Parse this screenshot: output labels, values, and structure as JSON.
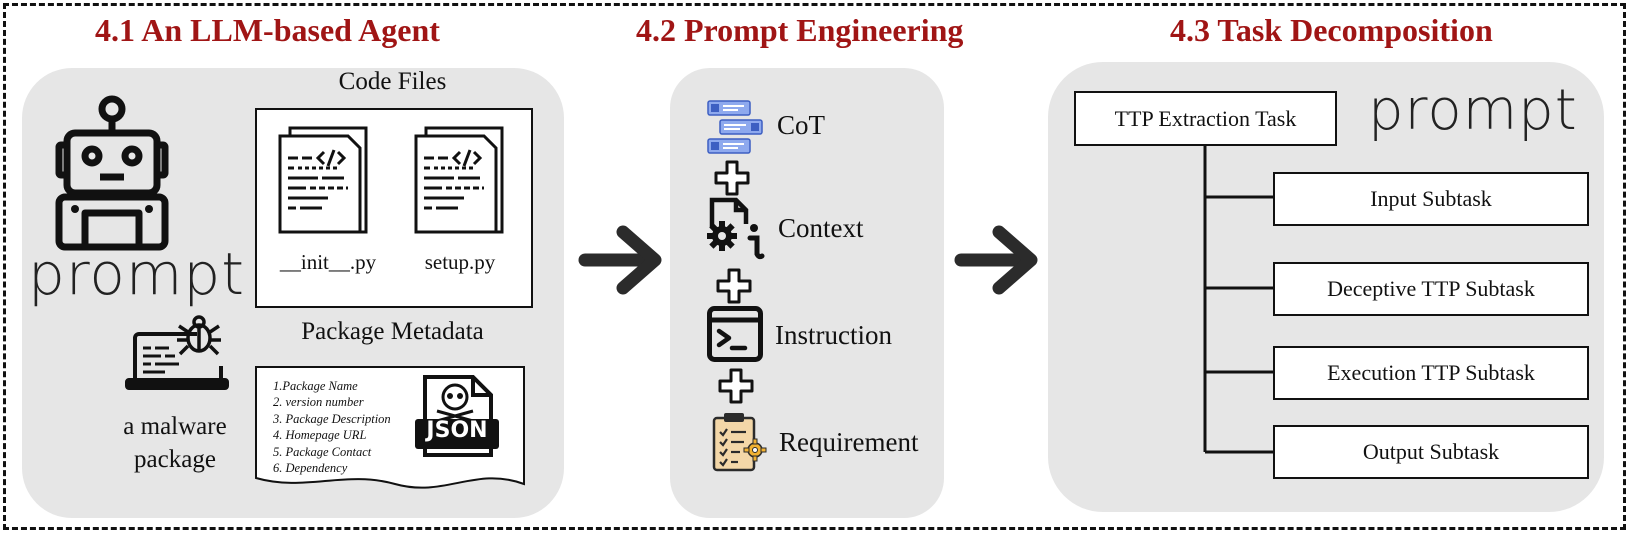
{
  "sections": {
    "agent": {
      "title": "4.1 An LLM-based Agent",
      "prompt_logo": "prompt",
      "code_files_label": "Code Files",
      "files": [
        "__init__.py",
        "setup.py"
      ],
      "malware_label": [
        "a malware",
        "package"
      ],
      "metadata_label": "Package Metadata",
      "metadata_items": [
        "1.Package Name",
        "2. version number",
        "3. Package Description",
        "4. Homepage URL",
        "5. Package Contact",
        "6. Dependency"
      ],
      "json_badge": "JSON"
    },
    "prompt_engineering": {
      "title": "4.2 Prompt Engineering",
      "items": [
        "CoT",
        "Context",
        "Instruction",
        "Requirement"
      ]
    },
    "task_decomposition": {
      "title": "4.3 Task Decomposition",
      "root_task": "TTP Extraction Task",
      "prompt_logo": "prompt",
      "subtasks": [
        "Input Subtask",
        "Deceptive TTP Subtask",
        "Execution TTP Subtask",
        "Output Subtask"
      ]
    }
  },
  "colors": {
    "title": "#a01515",
    "panel": "#e6e6e6",
    "ink": "#111111",
    "cot_blue": "#4a7be8"
  },
  "icons": [
    "robot-icon",
    "laptop-bug-icon",
    "code-file-icon",
    "json-skull-icon",
    "cot-blocks-icon",
    "plus-icon",
    "context-gear-icon",
    "terminal-icon",
    "checklist-icon",
    "arrow-right-icon"
  ]
}
